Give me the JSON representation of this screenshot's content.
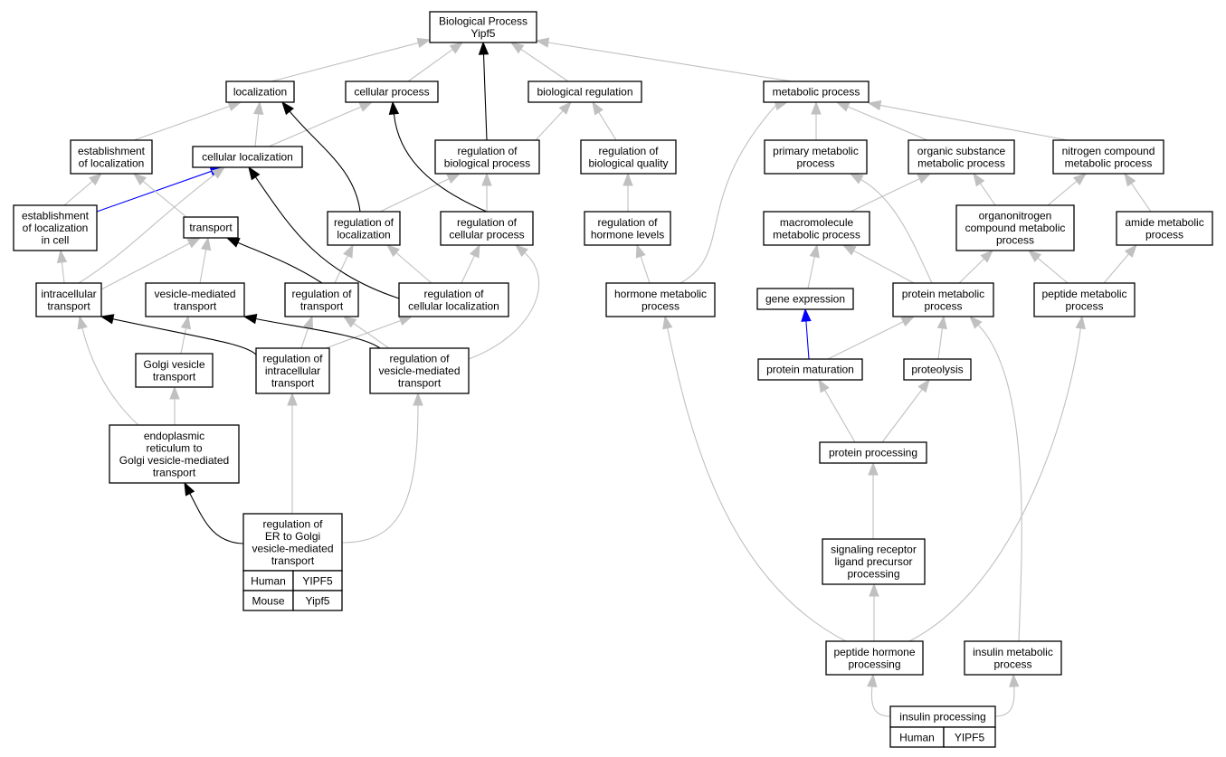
{
  "graph": {
    "nodes": [
      {
        "id": "bp",
        "lines": [
          "Biological Process",
          "Yipf5"
        ]
      },
      {
        "id": "localization",
        "lines": [
          "localization"
        ]
      },
      {
        "id": "cellular_process",
        "lines": [
          "cellular process"
        ]
      },
      {
        "id": "biological_regulation",
        "lines": [
          "biological regulation"
        ]
      },
      {
        "id": "metabolic_process",
        "lines": [
          "metabolic process"
        ]
      },
      {
        "id": "establishment_loc",
        "lines": [
          "establishment",
          "of localization"
        ]
      },
      {
        "id": "cellular_localization",
        "lines": [
          "cellular localization"
        ]
      },
      {
        "id": "reg_bio_process",
        "lines": [
          "regulation of",
          "biological process"
        ]
      },
      {
        "id": "reg_bio_quality",
        "lines": [
          "regulation of",
          "biological quality"
        ]
      },
      {
        "id": "primary_metabolic",
        "lines": [
          "primary metabolic",
          "process"
        ]
      },
      {
        "id": "organic_substance",
        "lines": [
          "organic substance",
          "metabolic process"
        ]
      },
      {
        "id": "nitrogen_compound",
        "lines": [
          "nitrogen compound",
          "metabolic process"
        ]
      },
      {
        "id": "establishment_loc_cell",
        "lines": [
          "establishment",
          "of localization",
          "in cell"
        ]
      },
      {
        "id": "transport",
        "lines": [
          "transport"
        ]
      },
      {
        "id": "reg_localization",
        "lines": [
          "regulation of",
          "localization"
        ]
      },
      {
        "id": "reg_cellular_process",
        "lines": [
          "regulation of",
          "cellular process"
        ]
      },
      {
        "id": "reg_hormone_levels",
        "lines": [
          "regulation of",
          "hormone levels"
        ]
      },
      {
        "id": "macromolecule",
        "lines": [
          "macromolecule",
          "metabolic process"
        ]
      },
      {
        "id": "organonitrogen",
        "lines": [
          "organonitrogen",
          "compound metabolic",
          "process"
        ]
      },
      {
        "id": "amide_metabolic",
        "lines": [
          "amide metabolic",
          "process"
        ]
      },
      {
        "id": "intracellular_transport",
        "lines": [
          "intracellular",
          "transport"
        ]
      },
      {
        "id": "vesicle_mediated",
        "lines": [
          "vesicle-mediated",
          "transport"
        ]
      },
      {
        "id": "reg_transport",
        "lines": [
          "regulation of",
          "transport"
        ]
      },
      {
        "id": "reg_cellular_localization",
        "lines": [
          "regulation of",
          "cellular localization"
        ]
      },
      {
        "id": "hormone_metabolic",
        "lines": [
          "hormone metabolic",
          "process"
        ]
      },
      {
        "id": "gene_expression",
        "lines": [
          "gene expression"
        ]
      },
      {
        "id": "protein_metabolic",
        "lines": [
          "protein metabolic",
          "process"
        ]
      },
      {
        "id": "peptide_metabolic",
        "lines": [
          "peptide metabolic",
          "process"
        ]
      },
      {
        "id": "golgi_vesicle",
        "lines": [
          "Golgi vesicle",
          "transport"
        ]
      },
      {
        "id": "reg_intracellular_transport",
        "lines": [
          "regulation of",
          "intracellular",
          "transport"
        ]
      },
      {
        "id": "reg_vesicle_mediated",
        "lines": [
          "regulation of",
          "vesicle-mediated",
          "transport"
        ]
      },
      {
        "id": "protein_maturation",
        "lines": [
          "protein maturation"
        ]
      },
      {
        "id": "proteolysis",
        "lines": [
          "proteolysis"
        ]
      },
      {
        "id": "er_to_golgi",
        "lines": [
          "endoplasmic",
          "reticulum to",
          "Golgi vesicle-mediated",
          "transport"
        ]
      },
      {
        "id": "protein_processing",
        "lines": [
          "protein processing"
        ]
      },
      {
        "id": "reg_er_to_golgi",
        "lines": [
          "regulation of",
          "ER to Golgi",
          "vesicle-mediated",
          "transport"
        ],
        "annotations": [
          {
            "species": "Human",
            "gene": "YIPF5",
            "color": "#ff6347"
          },
          {
            "species": "Mouse",
            "gene": "Yipf5",
            "color": "#add8e6"
          }
        ]
      },
      {
        "id": "signaling_receptor",
        "lines": [
          "signaling receptor",
          "ligand precursor",
          "processing"
        ]
      },
      {
        "id": "peptide_hormone_processing",
        "lines": [
          "peptide hormone",
          "processing"
        ]
      },
      {
        "id": "insulin_metabolic",
        "lines": [
          "insulin metabolic",
          "process"
        ]
      },
      {
        "id": "insulin_processing",
        "lines": [
          "insulin processing"
        ],
        "annotations": [
          {
            "species": "Human",
            "gene": "YIPF5",
            "color": "#ff6347"
          }
        ]
      }
    ],
    "edges": [
      {
        "from": "localization",
        "to": "bp",
        "type": "is_a"
      },
      {
        "from": "cellular_process",
        "to": "bp",
        "type": "is_a"
      },
      {
        "from": "biological_regulation",
        "to": "bp",
        "type": "is_a"
      },
      {
        "from": "metabolic_process",
        "to": "bp",
        "type": "is_a"
      },
      {
        "from": "reg_bio_process",
        "to": "bp",
        "type": "regulates"
      },
      {
        "from": "establishment_loc",
        "to": "localization",
        "type": "is_a"
      },
      {
        "from": "cellular_localization",
        "to": "localization",
        "type": "is_a"
      },
      {
        "from": "cellular_localization",
        "to": "cellular_process",
        "type": "is_a"
      },
      {
        "from": "reg_bio_process",
        "to": "biological_regulation",
        "type": "is_a"
      },
      {
        "from": "reg_bio_quality",
        "to": "biological_regulation",
        "type": "is_a"
      },
      {
        "from": "primary_metabolic",
        "to": "metabolic_process",
        "type": "is_a"
      },
      {
        "from": "organic_substance",
        "to": "metabolic_process",
        "type": "is_a"
      },
      {
        "from": "nitrogen_compound",
        "to": "metabolic_process",
        "type": "is_a"
      },
      {
        "from": "hormone_metabolic",
        "to": "metabolic_process",
        "type": "is_a"
      },
      {
        "from": "establishment_loc_cell",
        "to": "establishment_loc",
        "type": "is_a"
      },
      {
        "from": "establishment_loc_cell",
        "to": "cellular_localization",
        "type": "part_of"
      },
      {
        "from": "transport",
        "to": "establishment_loc",
        "type": "is_a"
      },
      {
        "from": "reg_localization",
        "to": "localization",
        "type": "regulates"
      },
      {
        "from": "reg_localization",
        "to": "reg_bio_process",
        "type": "is_a"
      },
      {
        "from": "reg_cellular_process",
        "to": "cellular_process",
        "type": "regulates"
      },
      {
        "from": "reg_cellular_process",
        "to": "reg_bio_process",
        "type": "is_a"
      },
      {
        "from": "reg_hormone_levels",
        "to": "reg_bio_quality",
        "type": "is_a"
      },
      {
        "from": "macromolecule",
        "to": "organic_substance",
        "type": "is_a"
      },
      {
        "from": "organonitrogen",
        "to": "organic_substance",
        "type": "is_a"
      },
      {
        "from": "organonitrogen",
        "to": "nitrogen_compound",
        "type": "is_a"
      },
      {
        "from": "amide_metabolic",
        "to": "nitrogen_compound",
        "type": "is_a"
      },
      {
        "from": "intracellular_transport",
        "to": "establishment_loc_cell",
        "type": "is_a"
      },
      {
        "from": "intracellular_transport",
        "to": "transport",
        "type": "is_a"
      },
      {
        "from": "intracellular_transport",
        "to": "cellular_localization",
        "type": "is_a"
      },
      {
        "from": "vesicle_mediated",
        "to": "transport",
        "type": "is_a"
      },
      {
        "from": "reg_transport",
        "to": "transport",
        "type": "regulates"
      },
      {
        "from": "reg_transport",
        "to": "reg_localization",
        "type": "is_a"
      },
      {
        "from": "reg_cellular_localization",
        "to": "cellular_localization",
        "type": "regulates"
      },
      {
        "from": "reg_cellular_localization",
        "to": "reg_localization",
        "type": "is_a"
      },
      {
        "from": "reg_cellular_localization",
        "to": "reg_cellular_process",
        "type": "is_a"
      },
      {
        "from": "hormone_metabolic",
        "to": "reg_hormone_levels",
        "type": "is_a"
      },
      {
        "from": "gene_expression",
        "to": "macromolecule",
        "type": "is_a"
      },
      {
        "from": "protein_metabolic",
        "to": "macromolecule",
        "type": "is_a"
      },
      {
        "from": "protein_metabolic",
        "to": "primary_metabolic",
        "type": "is_a"
      },
      {
        "from": "protein_metabolic",
        "to": "organonitrogen",
        "type": "is_a"
      },
      {
        "from": "peptide_metabolic",
        "to": "organonitrogen",
        "type": "is_a"
      },
      {
        "from": "peptide_metabolic",
        "to": "amide_metabolic",
        "type": "is_a"
      },
      {
        "from": "golgi_vesicle",
        "to": "vesicle_mediated",
        "type": "is_a"
      },
      {
        "from": "reg_intracellular_transport",
        "to": "intracellular_transport",
        "type": "regulates"
      },
      {
        "from": "reg_intracellular_transport",
        "to": "reg_transport",
        "type": "is_a"
      },
      {
        "from": "reg_intracellular_transport",
        "to": "reg_cellular_localization",
        "type": "is_a"
      },
      {
        "from": "reg_vesicle_mediated",
        "to": "vesicle_mediated",
        "type": "regulates"
      },
      {
        "from": "reg_vesicle_mediated",
        "to": "reg_transport",
        "type": "is_a"
      },
      {
        "from": "reg_vesicle_mediated",
        "to": "reg_cellular_process",
        "type": "is_a"
      },
      {
        "from": "protein_maturation",
        "to": "protein_metabolic",
        "type": "is_a"
      },
      {
        "from": "protein_maturation",
        "to": "gene_expression",
        "type": "part_of"
      },
      {
        "from": "proteolysis",
        "to": "protein_metabolic",
        "type": "is_a"
      },
      {
        "from": "er_to_golgi",
        "to": "golgi_vesicle",
        "type": "is_a"
      },
      {
        "from": "er_to_golgi",
        "to": "intracellular_transport",
        "type": "is_a"
      },
      {
        "from": "protein_processing",
        "to": "protein_maturation",
        "type": "is_a"
      },
      {
        "from": "protein_processing",
        "to": "proteolysis",
        "type": "is_a"
      },
      {
        "from": "reg_er_to_golgi",
        "to": "er_to_golgi",
        "type": "regulates"
      },
      {
        "from": "reg_er_to_golgi",
        "to": "reg_intracellular_transport",
        "type": "is_a"
      },
      {
        "from": "reg_er_to_golgi",
        "to": "reg_vesicle_mediated",
        "type": "is_a"
      },
      {
        "from": "signaling_receptor",
        "to": "protein_processing",
        "type": "is_a"
      },
      {
        "from": "peptide_hormone_processing",
        "to": "signaling_receptor",
        "type": "is_a"
      },
      {
        "from": "peptide_hormone_processing",
        "to": "hormone_metabolic",
        "type": "is_a"
      },
      {
        "from": "peptide_hormone_processing",
        "to": "peptide_metabolic",
        "type": "is_a"
      },
      {
        "from": "insulin_metabolic",
        "to": "protein_metabolic",
        "type": "is_a"
      },
      {
        "from": "insulin_processing",
        "to": "peptide_hormone_processing",
        "type": "is_a"
      },
      {
        "from": "insulin_processing",
        "to": "insulin_metabolic",
        "type": "is_a"
      }
    ],
    "edge_colors": {
      "is_a": "#c0c0c0",
      "regulates": "#000000",
      "part_of": "#0000ff"
    }
  }
}
